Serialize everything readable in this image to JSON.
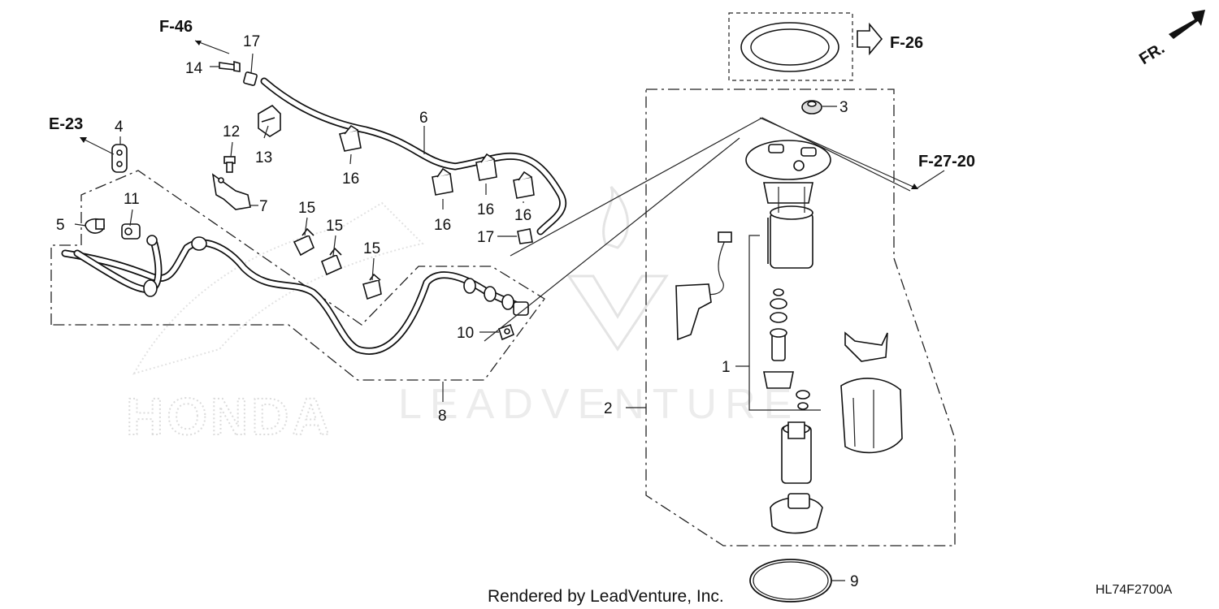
{
  "callouts": {
    "c1": "1",
    "c2": "2",
    "c3": "3",
    "c4": "4",
    "c5": "5",
    "c6": "6",
    "c7": "7",
    "c8": "8",
    "c9": "9",
    "c10": "10",
    "c11": "11",
    "c12": "12",
    "c13": "13",
    "c14": "14",
    "c15a": "15",
    "c15b": "15",
    "c15c": "15",
    "c16a": "16",
    "c16b": "16",
    "c16c": "16",
    "c16d": "16",
    "c17a": "17",
    "c17b": "17"
  },
  "references": {
    "f46": "F-46",
    "e23": "E-23",
    "f26": "F-26",
    "f2720": "F-27-20",
    "front": "FR."
  },
  "footer": {
    "rendered_by": "Rendered by LeadVenture, Inc.",
    "diagram_code": "HL74F2700A"
  },
  "watermarks": {
    "honda": "HONDA",
    "leadventure": "LEADVENTURE"
  }
}
